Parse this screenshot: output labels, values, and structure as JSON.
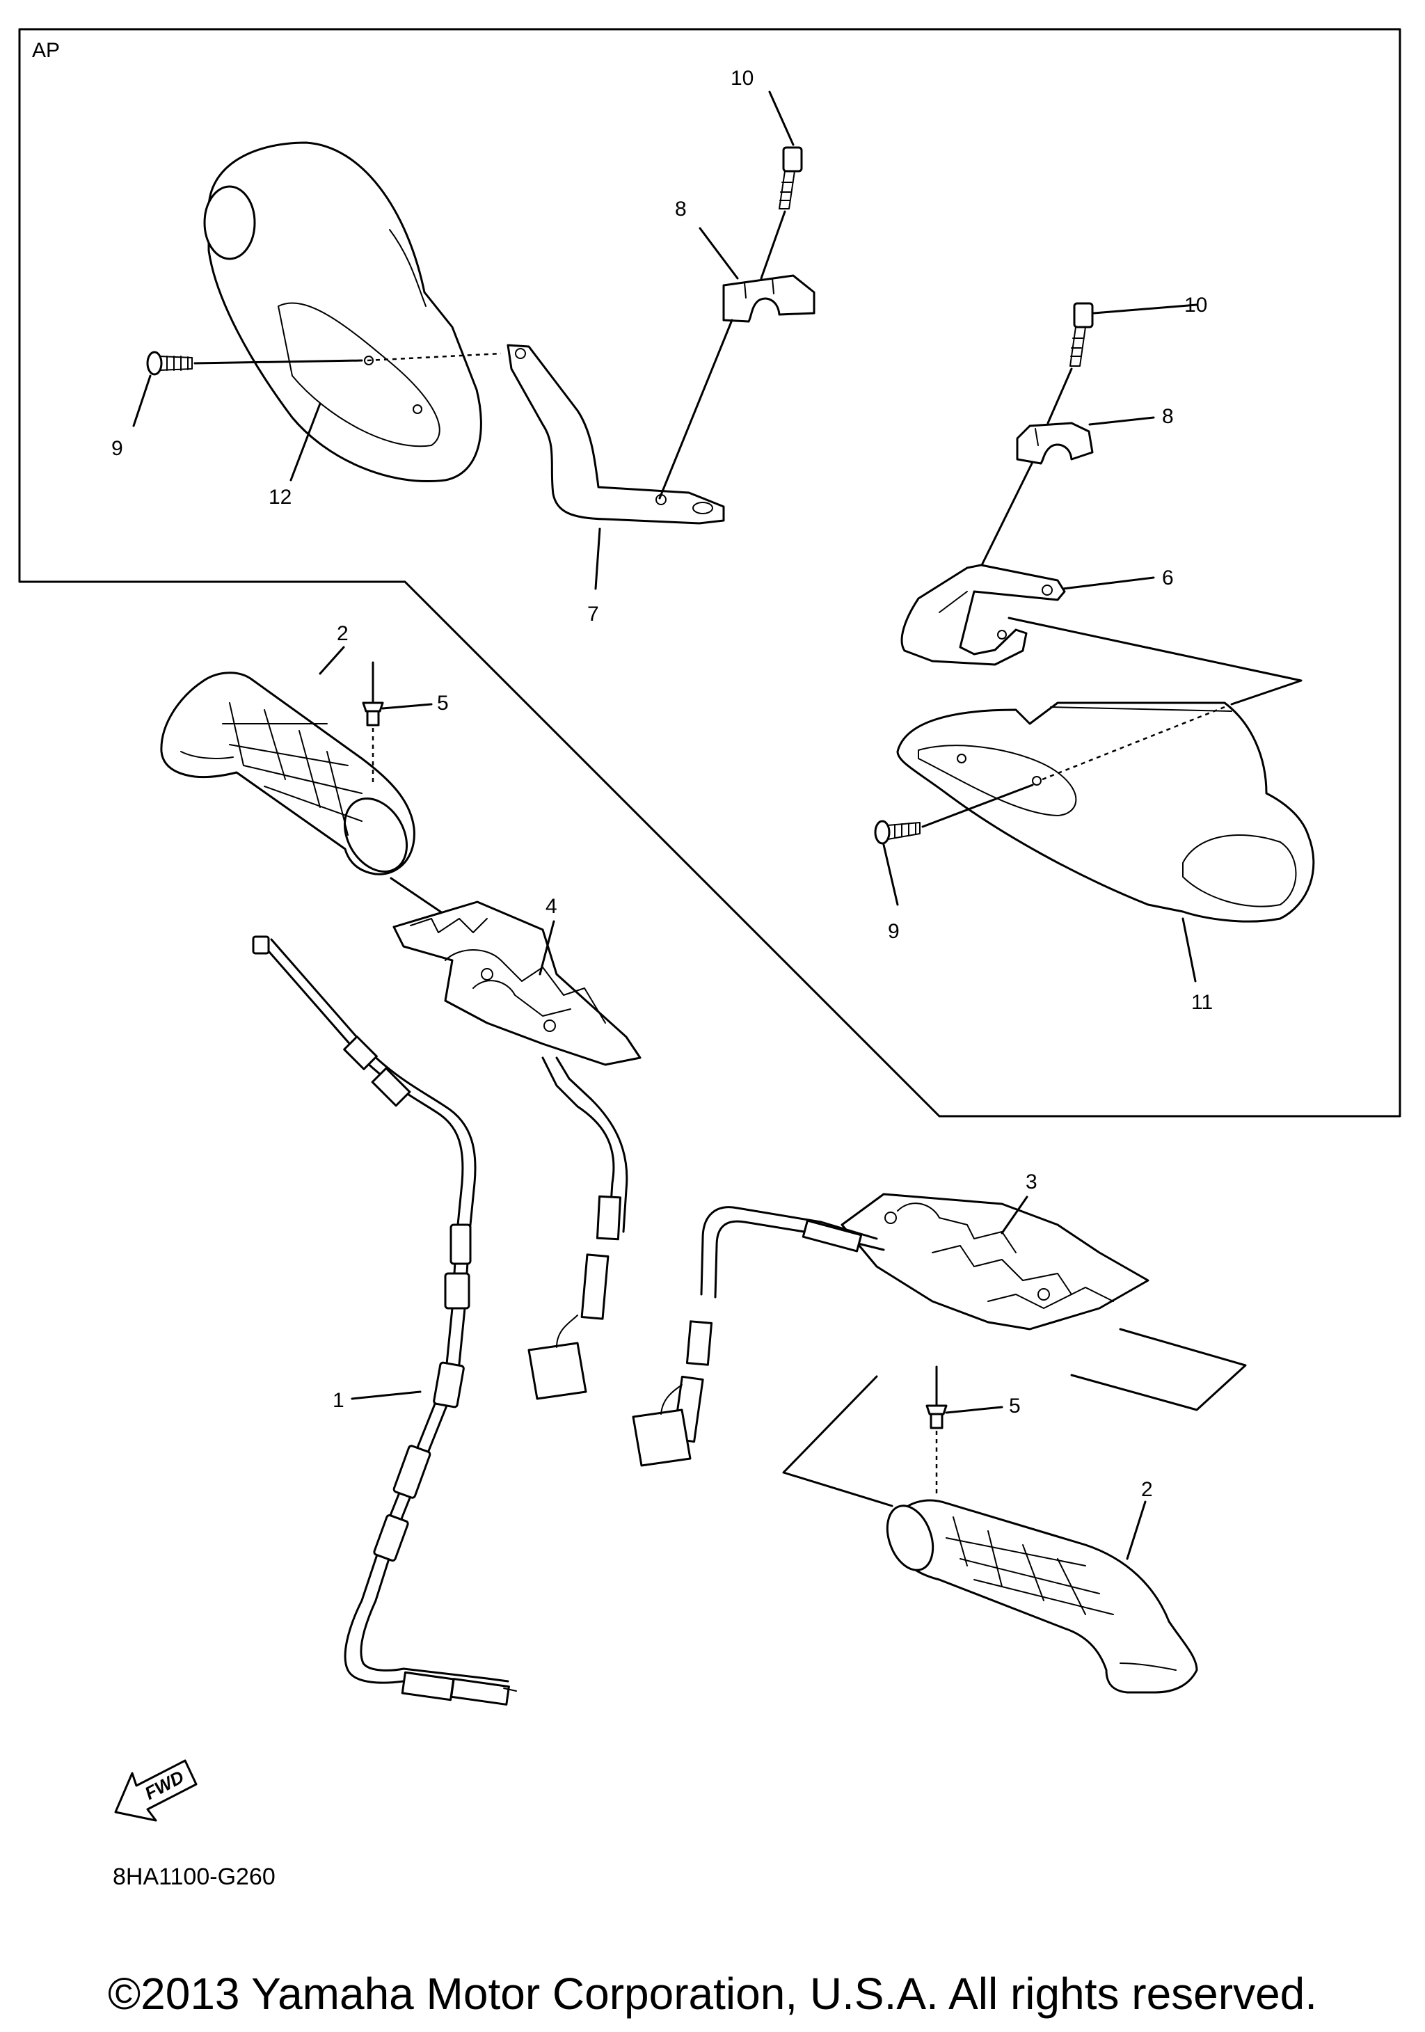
{
  "diagram": {
    "group_label": "AP",
    "callouts": {
      "c1": "1",
      "c2a": "2",
      "c2b": "2",
      "c3": "3",
      "c4": "4",
      "c5a": "5",
      "c5b": "5",
      "c6": "6",
      "c7": "7",
      "c8a": "8",
      "c8b": "8",
      "c9a": "9",
      "c9b": "9",
      "c10a": "10",
      "c10b": "10",
      "c11": "11",
      "c12": "12"
    },
    "fwd_label": "FWD",
    "part_code": "8HA1100-G260"
  },
  "footer": {
    "copyright": "©2013 Yamaha Motor Corporation, U.S.A. All rights reserved."
  }
}
